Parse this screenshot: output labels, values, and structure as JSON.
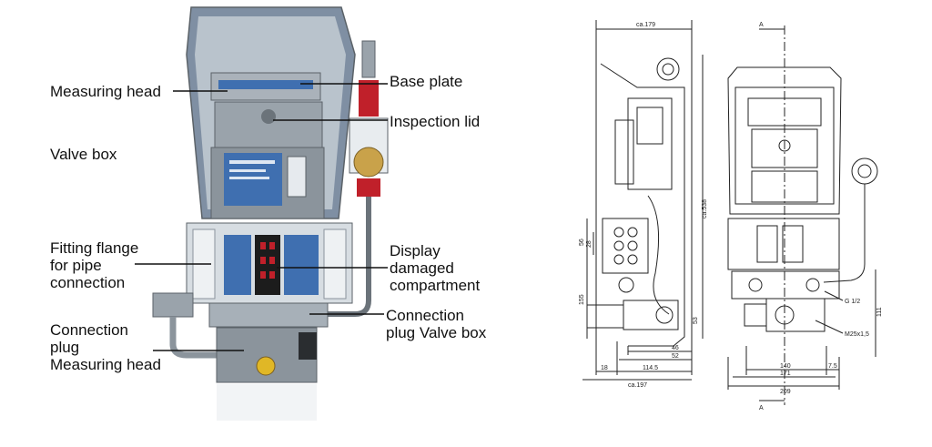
{
  "labels_left": [
    {
      "lines": [
        "Measuring head"
      ]
    },
    {
      "lines": [
        "Valve box"
      ]
    },
    {
      "lines": [
        "Fitting flange",
        "for pipe",
        "connection"
      ]
    },
    {
      "lines": [
        "Connection",
        "plug",
        "Measuring head"
      ]
    }
  ],
  "labels_right": [
    {
      "lines": [
        "Base plate"
      ]
    },
    {
      "lines": [
        "Inspection lid"
      ]
    },
    {
      "lines": [
        "Display",
        "damaged",
        "compartment"
      ]
    },
    {
      "lines": [
        "Connection",
        "plug Valve box"
      ]
    }
  ],
  "dimensions": {
    "top_width": "ca.179",
    "height_right": "ca.538",
    "d56": "56",
    "d28": "28",
    "d155": "155",
    "d53": "53",
    "d46": "46",
    "d52": "52",
    "d18": "18",
    "d114_5": "114.5",
    "bottom_width": "ca.197",
    "d140": "140",
    "d7_5": "7.5",
    "d171": "171",
    "d209": "209",
    "d111": "111",
    "thread_g": "G 1/2",
    "thread_m": "M25x1,5",
    "section_top": "A",
    "section_bottom": "A"
  },
  "colors": {
    "housing_blue": "#3f6fb0",
    "steel": "#9aa3ab",
    "dark_steel": "#5b6268",
    "display_red": "#c0202a",
    "brass": "#c9a24a",
    "line": "#222222"
  }
}
